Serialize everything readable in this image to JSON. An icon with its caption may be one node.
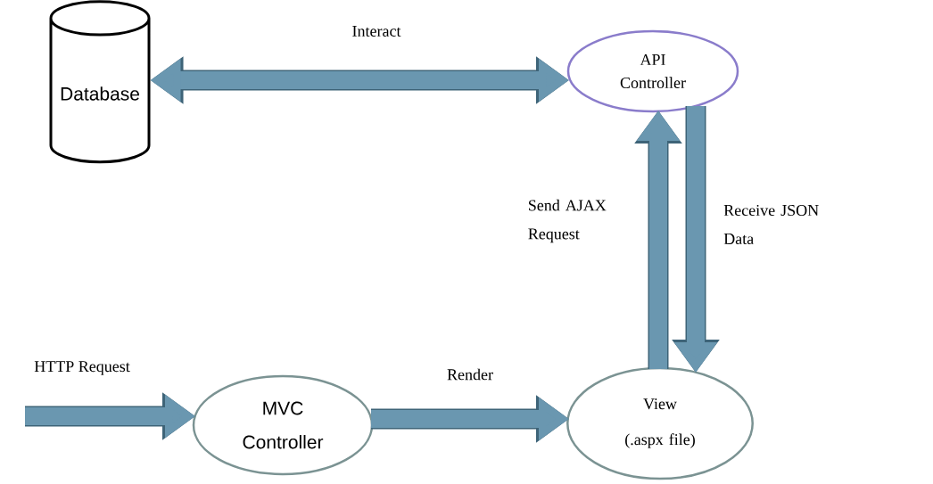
{
  "diagram": {
    "nodes": [
      {
        "text": [
          "Database"
        ]
      },
      {
        "text": [
          "API Controller"
        ]
      },
      {
        "text": [
          "MVC Controller"
        ]
      },
      {
        "text": [
          "View",
          "(.aspx file)"
        ]
      }
    ],
    "edges": [
      {
        "from": 0,
        "to": 1,
        "arrow": "both",
        "label": "Interact"
      },
      {
        "from": 3,
        "to": 1,
        "arrow": "to",
        "label": "Send AJAX Request"
      },
      {
        "from": 1,
        "to": 3,
        "arrow": "to",
        "label": "Receive JSON Data"
      },
      {
        "from": null,
        "to": 2,
        "arrow": "to",
        "label": "HTTP Request"
      },
      {
        "from": 2,
        "to": 3,
        "arrow": "to",
        "label": "Render"
      }
    ]
  }
}
